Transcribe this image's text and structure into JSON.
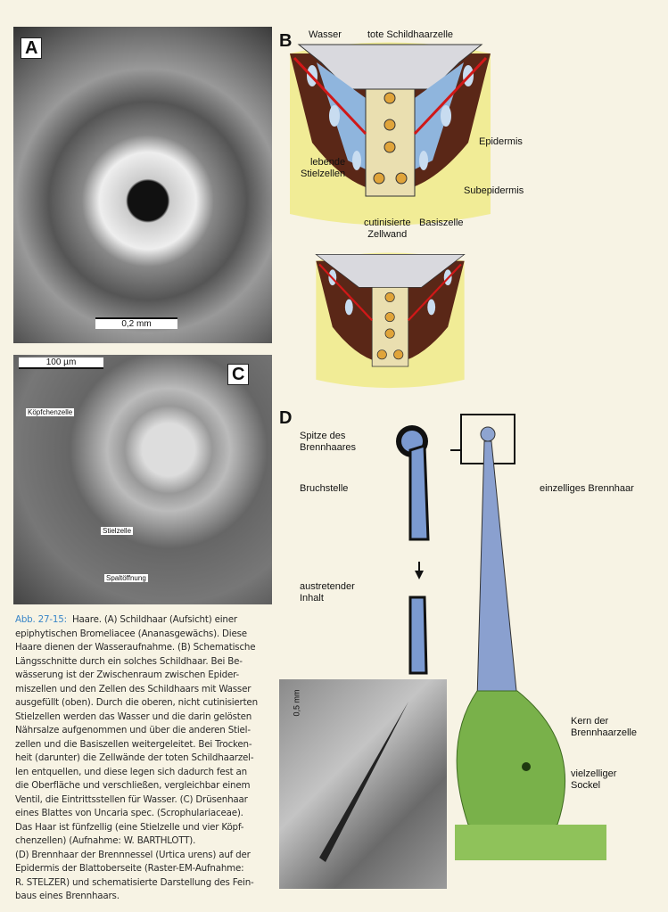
{
  "panels": {
    "a": {
      "label": "A",
      "scale": "0,2 mm"
    },
    "b": {
      "label": "B",
      "labels": {
        "wasser": "Wasser",
        "tote": "tote Schildhaarzelle",
        "epidermis": "Epidermis",
        "lebende": "lebende\nStielzellen",
        "subepidermis": "Subepidermis",
        "cutin": "cutinisierte\nZellwand",
        "basis": "Basiszelle"
      }
    },
    "c": {
      "label": "C",
      "scale": "100 µm",
      "tags": {
        "koepfchen": "Köpfchenzelle",
        "stiel": "Stielzelle",
        "spalt": "Spaltöffnung"
      }
    },
    "d": {
      "label": "D",
      "scale": "0,5 mm",
      "labels": {
        "spitze": "Spitze des\nBrennhaares",
        "bruch": "Bruchstelle",
        "austretend": "austretender\nInhalt",
        "einzellig": "einzelliges Brennhaar",
        "kern": "Kern der\nBrennhaarzelle",
        "sockel": "vielzelliger\nSockel"
      }
    }
  },
  "caption": {
    "prefix": "Abb. 27-15:",
    "lines": [
      "Haare. (A) Schildhaar (Aufsicht) einer",
      "epiphytischen Bromeliacee (Ananasgewächs). Diese",
      "Haare dienen der Wasseraufnahme. (B) Schematische",
      "Längsschnitte durch ein solches Schildhaar. Bei Be-",
      "wässerung ist der Zwischenraum zwischen Epider-",
      "miszellen und den Zellen des Schildhaars mit Wasser",
      "ausgefüllt (oben). Durch die oberen, nicht cutinisierten",
      "Stielzellen werden das Wasser und die darin gelösten",
      "Nährsalze aufgenommen und über die anderen Stiel-",
      "zellen und die Basiszellen weitergeleitet. Bei Trocken-",
      "heit (darunter) die Zellwände der toten Schildhaarzel-",
      "len entquellen, und diese legen sich dadurch fest an",
      "die Oberfläche und verschließen, vergleichbar einem",
      "Ventil, die Eintrittsstellen für Wasser. (C) Drüsenhaar",
      "eines Blattes von Uncaria spec. (Scrophulariaceae).",
      "Das Haar ist fünfzellig (eine Stielzelle und vier Köpf-",
      "chenzellen) (Aufnahme: W. BARTHLOTT).",
      "(D) Brennhaar der Brennnessel (Urtica urens) auf der",
      "Epidermis der Blattoberseite (Raster-EM-Aufnahme:",
      "R. STELZER) und schematisierte Darstellung des Fein-",
      "baus eines Brennhaars."
    ]
  }
}
